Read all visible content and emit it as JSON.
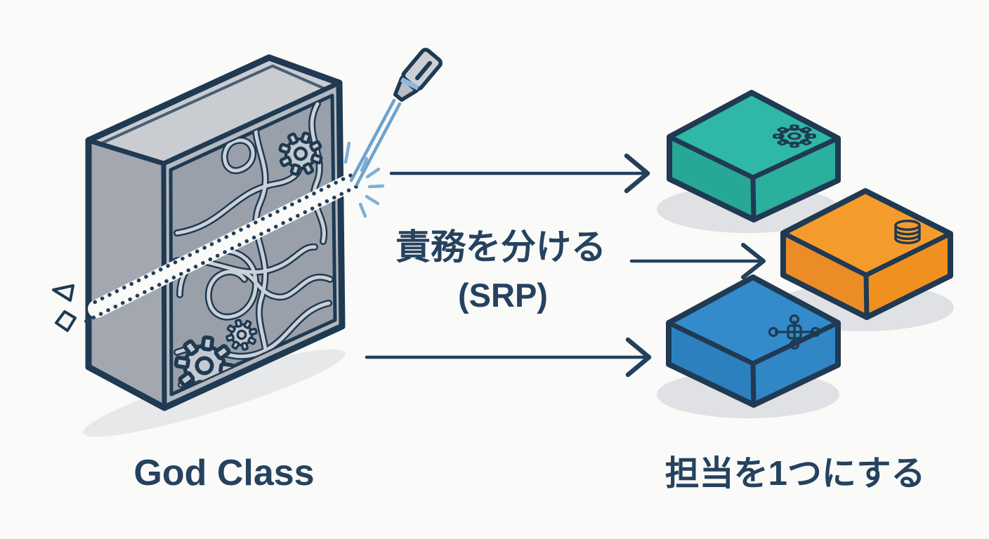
{
  "labels": {
    "god_class": "God Class",
    "split_line1": "責務を分ける",
    "split_line2": "(SRP)",
    "single_duty": "担当を1つにする"
  },
  "god_class_box": {
    "contents": [
      "tangled-wires",
      "gears"
    ],
    "body_color": "#b4b9c0",
    "panel_color": "#99a0aa"
  },
  "modules": [
    {
      "id": "module-gear",
      "icon": "gear-icon",
      "color": "#2fb8a5"
    },
    {
      "id": "module-database",
      "icon": "database-icon",
      "color": "#f59b2c"
    },
    {
      "id": "module-network",
      "icon": "network-icon",
      "color": "#338bcb"
    }
  ],
  "colors": {
    "background": "#fafaf8",
    "outline": "#1f3a52",
    "arrow": "#23405c",
    "text": "#25425f",
    "laser_beam": "#6ba3cf",
    "spark": "#7fb0d6",
    "shadow": "#dfe1e4"
  }
}
